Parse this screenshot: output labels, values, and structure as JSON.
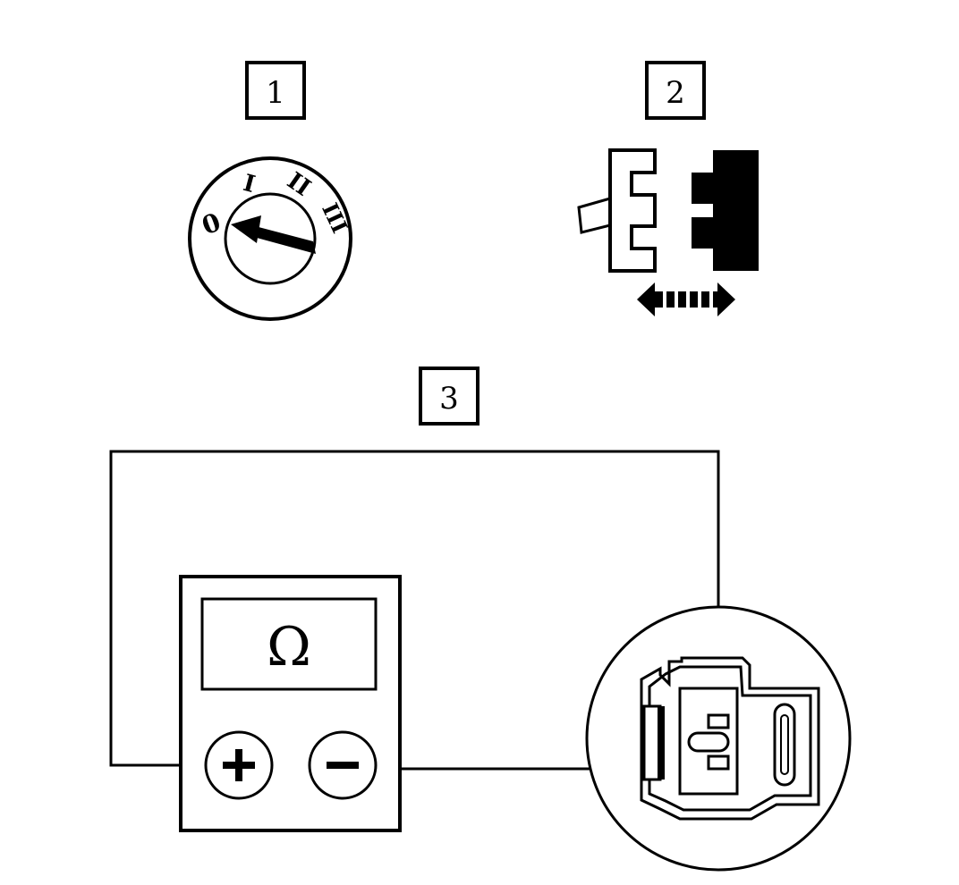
{
  "steps": [
    {
      "number": "1",
      "name": "ignition-switch"
    },
    {
      "number": "2",
      "name": "disconnect-connector"
    },
    {
      "number": "3",
      "name": "measure-resistance"
    }
  ],
  "ignition_switch": {
    "positions": [
      "0",
      "I",
      "II",
      "III"
    ],
    "pointer_position": "0"
  },
  "multimeter": {
    "display_symbol": "Ω",
    "positive_terminal": "+",
    "negative_terminal": "−"
  },
  "colors": {
    "line": "#000000",
    "background": "#ffffff"
  }
}
